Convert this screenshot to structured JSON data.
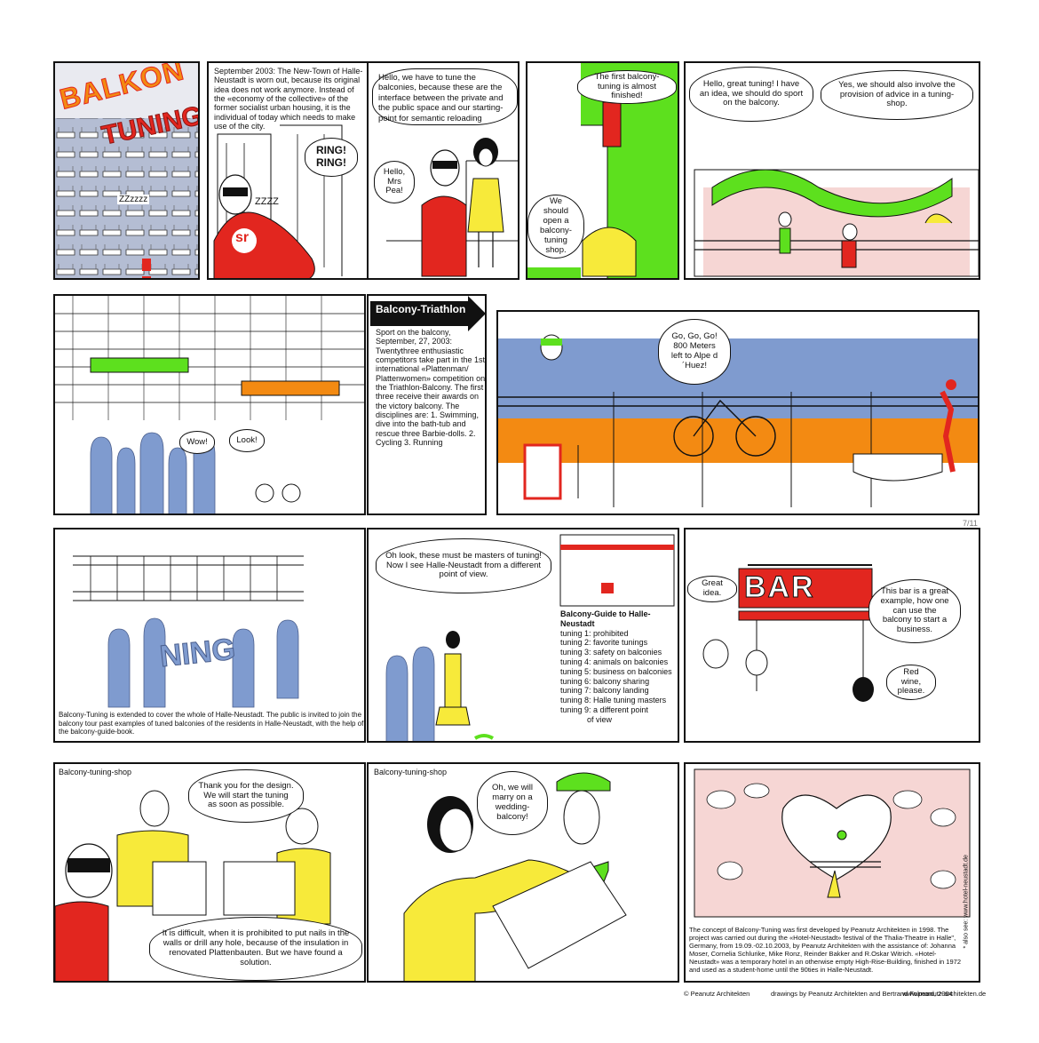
{
  "colors": {
    "red": "#e2261f",
    "green": "#5de01e",
    "yellow": "#f7ea3a",
    "blue": "#7f9bcf",
    "orange": "#f38a12",
    "pink": "#f6d6d4",
    "grey": "#bcc4d6"
  },
  "p1": {
    "title_a": "BALKON",
    "title_b": "TUNING",
    "zzz": "ZZzzzz"
  },
  "p2": {
    "text": "September 2003: The New-Town of Halle-Neustadt is worn out, because its original idea does not work anymore. Instead of the «economy of the collective» of the former socialist urban housing, it is the individual of today which needs to make use of the city.",
    "ring": "RING! RING!",
    "zzz": "ZZZZ",
    "logo": "sr"
  },
  "p3": {
    "speech": "Hello, we have to tune the balconies, because these are the interface between the private and the public space and our starting-point for semantic reloading",
    "hello": "Hello, Mrs Pea!"
  },
  "p4": {
    "speech1": "The first balcony-tuning is almost finished!",
    "speech2": "We should open a balcony-tuning shop."
  },
  "p5": {
    "speech1": "Hello, great tuning! I have an idea, we should do sport on the balcony.",
    "speech2": "Yes, we should also involve the provision of advice in a tuning-shop."
  },
  "p6": {
    "wow": "Wow!",
    "look": "Look!"
  },
  "p7": {
    "heading": "Balcony-Triathlon",
    "text": "Sport on the balcony, September, 27, 2003: Twentythree enthusiastic competitors take part in the 1st international «Plattenman/ Plattenwomen» competition on the Triathlon-Balcony. The first three receive their awards on the victory balcony. The disciplines are: 1. Swimming, dive into the bath-tub and rescue three Barbie-dolls. 2. Cycling 3. Running"
  },
  "p8": {
    "speech": "Go, Go, Go! 800 Meters left to Alpe d ´Huez!"
  },
  "p9": {
    "ning": "NING",
    "caption": "Balcony-Tuning  is extended to cover the whole of Halle-Neustadt. The public is invited to join the balcony tour past examples of tuned balconies of the residents in Halle-Neustadt, with the help of the balcony-guide-book."
  },
  "p10": {
    "speech": "Oh look, these must be masters of tuning! Now I see Halle-Neustadt from a different point of view.",
    "guide_title": "Balcony-Guide to Halle-Neustadt",
    "guide_items": [
      "tuning 1: prohibited",
      "tuning 2: favorite tunings",
      "tuning 3: safety on balconies",
      "tuning 4: animals on balconies",
      "tuning 5: business on balconies",
      "tuning 6: balcony sharing",
      "tuning 7: balcony landing",
      "tuning 8: Halle tuning masters",
      "tuning 9: a different point",
      "            of view"
    ]
  },
  "p11": {
    "bar": "BAR",
    "great": "Great idea.",
    "speech": "This bar is a great example, how one can use the balcony to start a business.",
    "wine": "Red wine, please."
  },
  "p12": {
    "label": "Balcony-tuning-shop",
    "speech1": "Thank you for the design. We will start the tuning as soon as possible.",
    "speech2": "It is difficult, when it is prohibited to put nails in the walls or drill any hole, because of the insulation in renovated Plattenbauten. But we have found a solution."
  },
  "p13": {
    "label": "Balcony-tuning-shop",
    "speech": "Oh, we will marry on a wedding-balcony!"
  },
  "p14": {
    "caption": "The concept of Balcony-Tuning was first developed by Peanutz Architekten in 1998. The project was carried out during the «Hotel-Neustadt» festival of the Thalia-Theatre in Halle\", Germany, from 19.09.-02.10.2003, by Peanutz Architekten with the assistance of: Johanna Moser, Cornelia Schlurike, Mike Ronz, Reinder Bakker and R.Oskar Witrich. «Hotel-Neustadt» was a temporary hotel in an otherwise empty High-Rise-Building, finished in 1972 and used as a student-home until the 90ties in Halle-Neustadt.",
    "side": "* also see: www.hotel-neustadt.de"
  },
  "footer": {
    "left": "© Peanutz Architekten",
    "mid": "drawings by Peanutz Architekten and Bertrand Folmard, 2004",
    "right": "www.peanutz-architekten.de"
  },
  "page_num": "7/11"
}
